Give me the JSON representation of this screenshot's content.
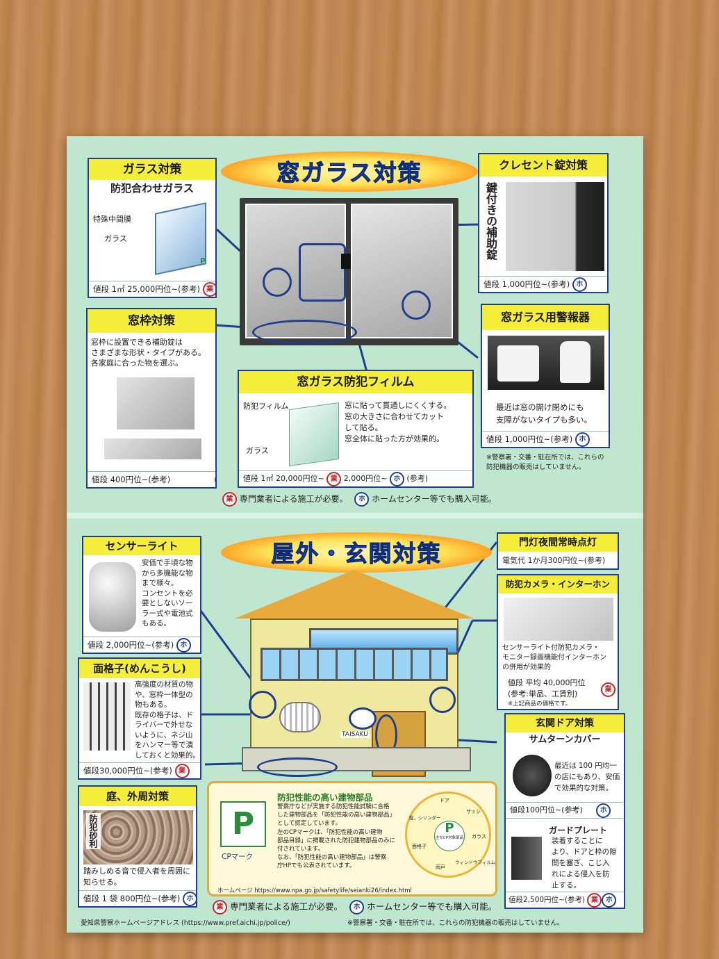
{
  "top": {
    "title": "窓ガラス対策",
    "glass": {
      "header": "ガラス対策",
      "subtitle": "防犯合わせガラス",
      "label1": "特殊中間膜",
      "label2": "ガラス",
      "price": "値段 1㎡ 25,000円位~(参考)"
    },
    "crescent": {
      "header": "クレセント錠対策",
      "vertical": "鍵付きの補助錠",
      "price": "値段 1,000円位~(参考)"
    },
    "frame": {
      "header": "窓枠対策",
      "text": "窓枠に設置できる補助錠は\nさまざまな形状・タイプがある。\n各家庭に合った物を選ぶ。",
      "price": "値段 400円位~(参考)"
    },
    "alarm": {
      "header": "窓ガラス用警報器",
      "text": "最近は窓の開け閉めにも\n支障がないタイプも多い。",
      "price": "値段 1,000円位~(参考)"
    },
    "film": {
      "header": "窓ガラス防犯フィルム",
      "label1": "防犯フィルム",
      "label2": "ガラス",
      "text": "窓に貼って貫通しにくくする。\n窓の大きさに合わせてカット\nして貼る。\n窓全体に貼った方が効果的。",
      "price_a": "値段 1㎡ 20,000円位~",
      "price_b": "2,000円位~",
      "price_c": "(参考)"
    },
    "note": "※警察署・交番・駐在所では、これらの\n防犯機器の販売はしていません。",
    "legend_g": "専門業者による施工が必要。",
    "legend_h": "ホームセンター等でも購入可能。"
  },
  "bottom": {
    "title": "屋外・玄関対策",
    "sensor": {
      "header": "センサーライト",
      "text": "安価で手頃な物\nから多機能な物\nまで様々。\nコンセントを必\n要としないソー\nラー式や電池式\nもある。",
      "price": "値段 2,000円位~(参考)"
    },
    "gate_light": {
      "header": "門灯夜間常時点灯",
      "text": "電気代 1か月300円位~(参考)"
    },
    "camera": {
      "header": "防犯カメラ・インターホン",
      "text": "センサーライト付防犯カメラ・\nモニター録画機能付インターホン\nの併用が効果的",
      "price1": "値段 平均 40,000円位",
      "price2": "(参考:単品、工賃別)",
      "note": "※上記商品の価格です。"
    },
    "lattice": {
      "header": "面格子(めんこうし)",
      "text": "高強度の材質の物\nや、窓枠一体型の\n物もある。\n既存の格子は、ド\nライバーで外せな\nいように、ネジ山\nをハンマー等で潰\nしておくと効果的。",
      "price": "値段30,000円位~(参考)"
    },
    "door": {
      "header": "玄関ドア対策",
      "subtitle": "サムターンカバー",
      "text": "最近は 100 円均一\nの店にもあり、安価\nで効果的な対策。",
      "price": "値段100円位~(参考)",
      "guard_title": "ガードプレート",
      "guard_text": "装着することに\nより、ドアと枠の隙\n間を塞ぎ、こじ入\nれによる侵入を防\n止する。",
      "guard_price": "値段2,500円位~(参考)"
    },
    "garden": {
      "header": "庭、外周対策",
      "vertical": "防犯砂利",
      "text": "踏みしめる音で侵入者を周囲に\n知らせる。",
      "price": "値段 1 袋 800円位~(参考)"
    },
    "house_plate": "TAISAKU",
    "cp": {
      "title": "防犯性能の高い建物部品",
      "mark_label": "CPマーク",
      "text": "警察庁などが実施する防犯性能試験に合格\nした建物部品を「防犯性能の高い建物部品」\nとして認定しています。\n左のCPマークは、「防犯性能の高い建物\n部品目録」に掲載された防犯建物部品のみに\n付されています。\nなお、「防犯性能の高い建物部品」は警察\n庁HPでも公表されています。",
      "homepage": "ホームページ https://www.npa.go.jp/safetylife/seianki26/index.html",
      "wheel_center": "主なCP対象部品",
      "wheel_items": [
        "ドア",
        "サッシ",
        "ガラス",
        "ウィンドウフィルム",
        "雨戸",
        "面格子",
        "錠、シリンダー"
      ]
    },
    "legend_g": "専門業者による施工が必要。",
    "legend_h": "ホームセンター等でも購入可能。"
  },
  "footer": {
    "left": "愛知県警察ホームページアドレス (https://www.pref.aichi.jp/police/)",
    "right": "※警察署・交番・駐在所では、これらの防犯機器の販売はしていません。"
  },
  "badges": {
    "gyou": "業",
    "ho": "ホ",
    "cp": "P"
  },
  "colors": {
    "paper": "#bfe6cf",
    "header_yellow": "#f4ee3a",
    "border_blue": "#1f3e8c",
    "gyou_red": "#c4242a",
    "ho_blue": "#1f3e8c"
  }
}
